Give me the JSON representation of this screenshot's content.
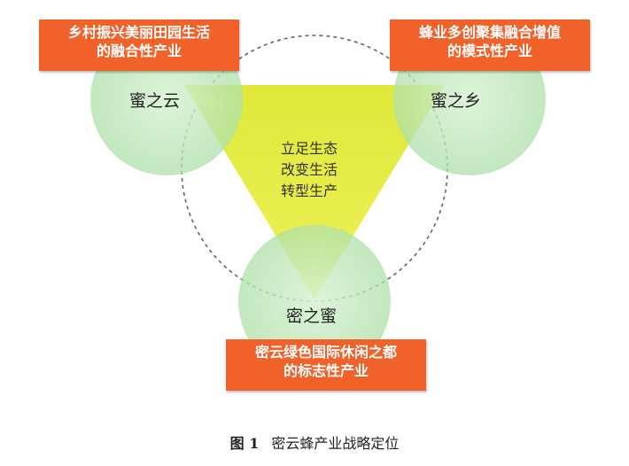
{
  "circles": {
    "top_left": {
      "label": "蜜之云"
    },
    "top_right": {
      "label": "蜜之乡"
    },
    "bottom": {
      "label": "密之蜜"
    }
  },
  "center": {
    "lines": [
      "立足生态",
      "改变生活",
      "转型生产"
    ]
  },
  "boxes": {
    "top_left": {
      "lines": [
        "乡村振兴美丽田园生活",
        "的融合性产业"
      ]
    },
    "top_right": {
      "lines": [
        "蜂业多创聚集融合增值",
        "的模式性产业"
      ]
    },
    "bottom": {
      "lines": [
        "密云绿色国际休闲之都",
        "的标志性产业"
      ]
    }
  },
  "caption": {
    "number": "图 1",
    "text": "密云蜂产业战略定位"
  },
  "colors": {
    "triangle": "#e3ec3c",
    "circle_fill": "#b9e6b5",
    "box": "#f0622a",
    "dashed_circle": "#666666"
  }
}
